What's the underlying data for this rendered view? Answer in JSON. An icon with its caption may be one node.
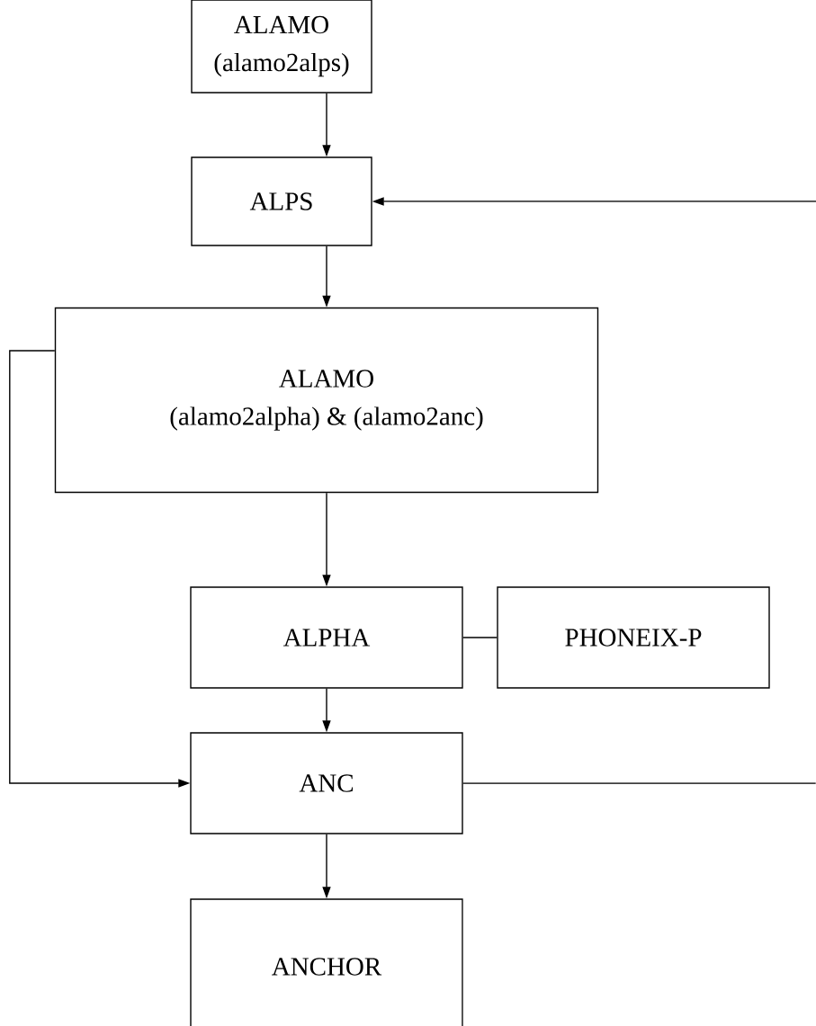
{
  "diagram": {
    "nodes": [
      {
        "text": [
          "ALAMO",
          "(alamo2alps)"
        ]
      },
      {
        "text": [
          "ALPS"
        ]
      },
      {
        "text": [
          "ALAMO",
          "(alamo2alpha) & (alamo2anc)"
        ]
      },
      {
        "text": [
          "ALPHA"
        ]
      },
      {
        "text": [
          "PHONEIX-P"
        ]
      },
      {
        "text": [
          "ANC"
        ]
      },
      {
        "text": [
          "ANCHOR"
        ]
      }
    ],
    "edges": [
      {
        "from": 0,
        "to": 1,
        "arrow": "to"
      },
      {
        "from": 1,
        "to": 2,
        "arrow": "to"
      },
      {
        "from": 2,
        "to": 3,
        "arrow": "to"
      },
      {
        "from": 3,
        "to": 4,
        "arrow": "none"
      },
      {
        "from": 3,
        "to": 5,
        "arrow": "to"
      },
      {
        "from": 2,
        "to": 5,
        "arrow": "to"
      },
      {
        "from": 5,
        "to": 6,
        "arrow": "to"
      },
      {
        "from": 5,
        "to": null,
        "arrow": "none"
      },
      {
        "from": null,
        "to": 1,
        "arrow": "to"
      }
    ]
  }
}
